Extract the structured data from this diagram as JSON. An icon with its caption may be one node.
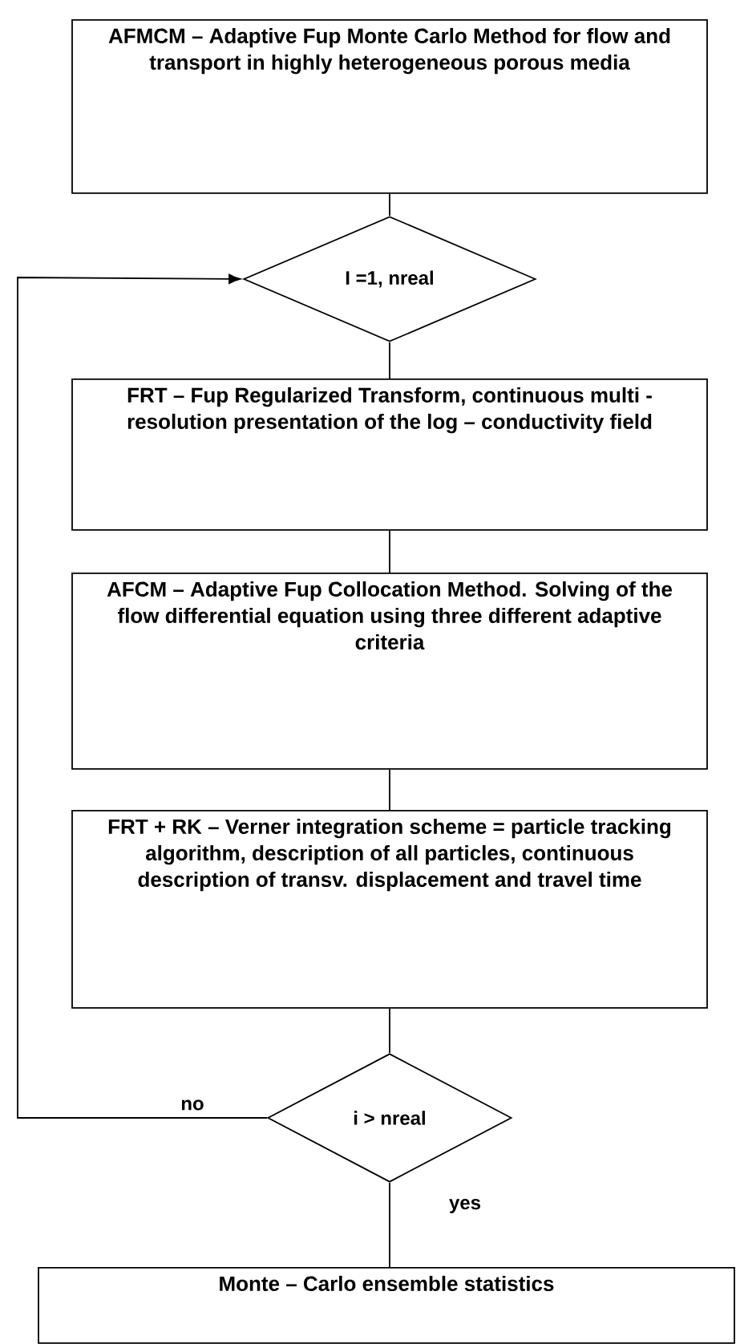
{
  "diagram": {
    "nodes": [
      {
        "text": [
          "AFMCM – Adaptive Fup Monte Carlo Method for flow and transport in highly heterogeneous porous media"
        ]
      },
      {
        "text": [
          "I =1, nreal"
        ]
      },
      {
        "text": [
          "FRT – Fup Regularized Transform, continuous multi - resolution presentation of the log – conductivity field"
        ]
      },
      {
        "text": [
          "AFCM – Adaptive Fup Collocation Method. Solving of the flow differential equation using three different adaptive criteria"
        ]
      },
      {
        "text": [
          "FRT + RK – Verner integration scheme = particle tracking algorithm, description of all particles, continuous description of transv. displacement and travel time"
        ]
      },
      {
        "text": [
          "i > nreal"
        ]
      },
      {
        "text": [
          "Monte – Carlo ensemble statistics"
        ]
      }
    ],
    "edges": [
      {
        "from": 0,
        "to": 1,
        "arrow": "none"
      },
      {
        "from": 1,
        "to": 2,
        "arrow": "none"
      },
      {
        "from": 2,
        "to": 3,
        "arrow": "none"
      },
      {
        "from": 3,
        "to": 4,
        "arrow": "none"
      },
      {
        "from": 4,
        "to": 5,
        "arrow": "none"
      },
      {
        "from": 5,
        "to": 1,
        "arrow": "to",
        "label": "no"
      },
      {
        "from": 5,
        "to": 6,
        "arrow": "none",
        "label": "yes"
      }
    ]
  }
}
